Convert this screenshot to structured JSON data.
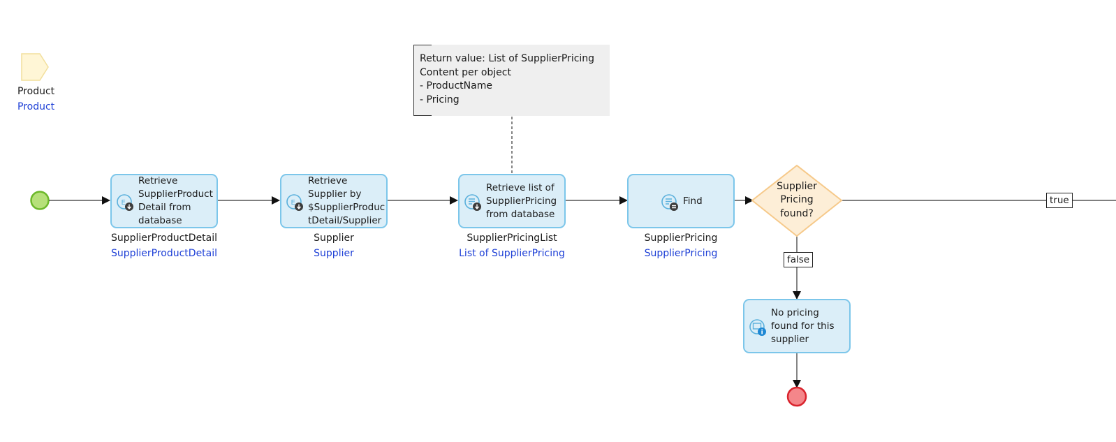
{
  "parameter": {
    "name": "Product",
    "type": "Product"
  },
  "annotation": {
    "text": "Return value: List of SupplierPricing\nContent per object\n- ProductName\n- Pricing"
  },
  "activities": [
    {
      "id": "retrieve-supplierproductdetail",
      "text": "Retrieve\nSupplierProduct\nDetail from\ndatabase",
      "output_name": "SupplierProductDetail",
      "output_type": "SupplierProductDetail"
    },
    {
      "id": "retrieve-supplier",
      "text": "Retrieve\nSupplier by\n$SupplierProduc\ntDetail/Supplier",
      "output_name": "Supplier",
      "output_type": "Supplier"
    },
    {
      "id": "retrieve-pricing-list",
      "text": "Retrieve list of\nSupplierPricing\nfrom database",
      "output_name": "SupplierPricingList",
      "output_type": "List of SupplierPricing"
    },
    {
      "id": "find",
      "text": "Find",
      "output_name": "SupplierPricing",
      "output_type": "SupplierPricing"
    },
    {
      "id": "show-message",
      "text": "No pricing\nfound for this\nsupplier"
    }
  ],
  "decision": {
    "text": "Supplier\nPricing\nfound?",
    "true_label": "true",
    "false_label": "false"
  },
  "colors": {
    "activity_fill": "#dbeef8",
    "activity_border": "#7cc6ea",
    "start_fill": "#b6e07a",
    "start_border": "#6cb82a",
    "end_fill": "#f4868a",
    "end_border": "#d9232d",
    "decision_fill": "#fdeed7",
    "decision_border": "#f6c98a",
    "parameter_fill": "#fff6d6",
    "parameter_border": "#f2df9c",
    "link_text": "#1d3fd6"
  }
}
